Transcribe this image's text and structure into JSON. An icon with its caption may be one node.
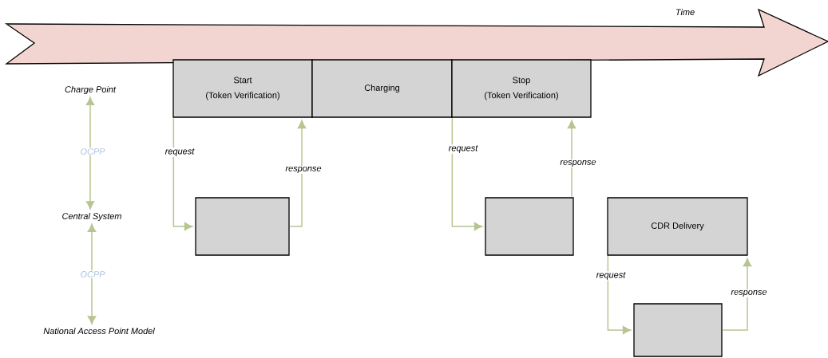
{
  "diagram": {
    "nodes": [
      {
        "text": [
          "Charge Point"
        ]
      },
      {
        "text": [
          "Central System"
        ]
      },
      {
        "text": [
          "National Access Point Model"
        ]
      },
      {
        "text": [
          "Start",
          "(Token Verification)"
        ]
      },
      {
        "text": [
          "Charging"
        ]
      },
      {
        "text": [
          "Stop",
          "(Token Verification)"
        ]
      },
      {
        "text": [],
        "shape": "box"
      },
      {
        "text": [],
        "shape": "box"
      },
      {
        "text": [
          "CDR Delivery"
        ]
      },
      {
        "text": [],
        "shape": "box"
      }
    ],
    "edges": [
      {
        "from": 0,
        "to": 1,
        "arrow": "both",
        "label": "OCPP"
      },
      {
        "from": 1,
        "to": 2,
        "arrow": "both",
        "label": "OCPP"
      },
      {
        "from": 3,
        "to": 6,
        "arrow": "to",
        "label": "request"
      },
      {
        "from": 6,
        "to": 3,
        "arrow": "to",
        "label": "response"
      },
      {
        "from": 5,
        "to": 7,
        "arrow": "to",
        "label": "request"
      },
      {
        "from": 7,
        "to": 5,
        "arrow": "to",
        "label": "response"
      },
      {
        "from": 8,
        "to": 9,
        "arrow": "to",
        "label": "request"
      },
      {
        "from": 9,
        "to": 8,
        "arrow": "to",
        "label": "response"
      }
    ],
    "labels": [
      "Time"
    ]
  }
}
